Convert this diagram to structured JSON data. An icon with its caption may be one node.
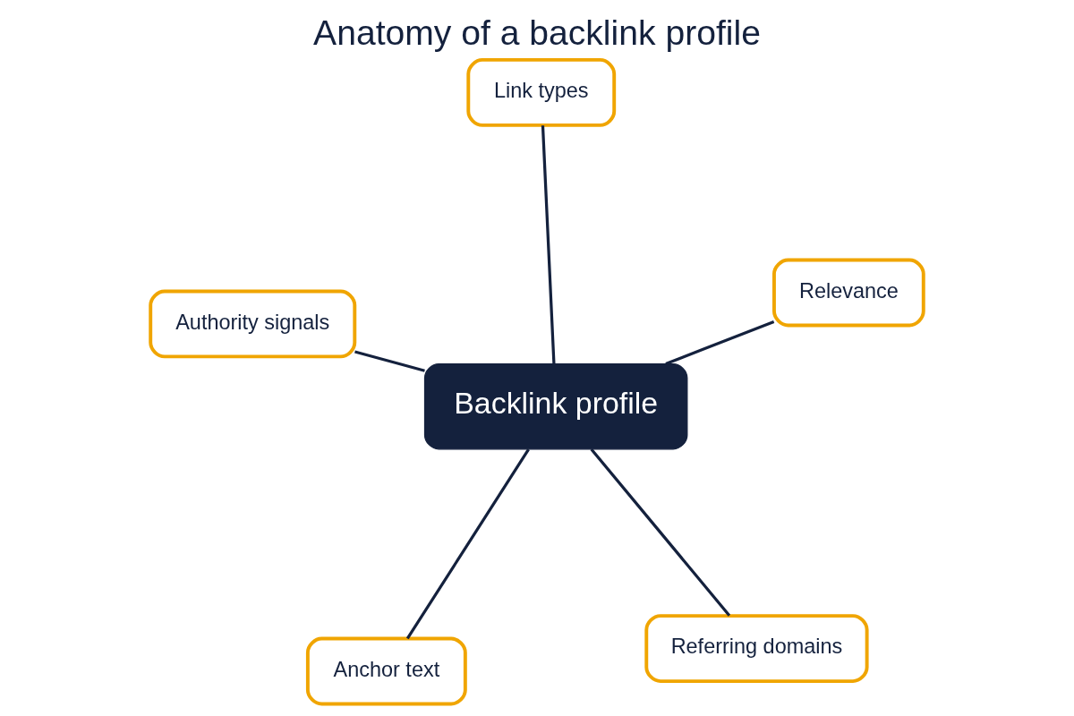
{
  "diagram": {
    "title": "Anatomy of a backlink profile",
    "nodes": [
      {
        "text": [
          "Backlink profile"
        ]
      },
      {
        "text": [
          "Referring domains"
        ]
      },
      {
        "text": [
          "Anchor text"
        ]
      },
      {
        "text": [
          "Authority signals"
        ]
      },
      {
        "text": [
          "Relevance"
        ]
      },
      {
        "text": [
          "Link types"
        ]
      }
    ],
    "edges": [
      {
        "from": 0,
        "to": 1,
        "arrow": "none"
      },
      {
        "from": 0,
        "to": 2,
        "arrow": "none"
      },
      {
        "from": 0,
        "to": 3,
        "arrow": "none"
      },
      {
        "from": 0,
        "to": 4,
        "arrow": "none"
      },
      {
        "from": 0,
        "to": 5,
        "arrow": "none"
      }
    ]
  }
}
